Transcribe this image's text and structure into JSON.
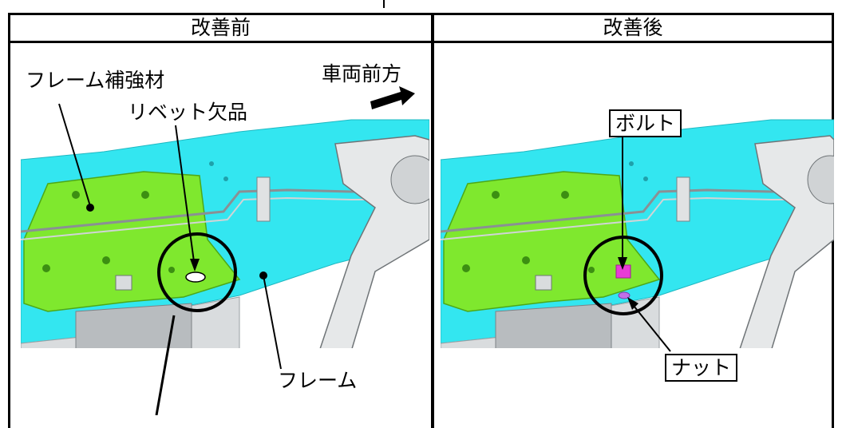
{
  "headers": {
    "before": "改善前",
    "after": "改善後"
  },
  "labels": {
    "frame_reinforcement": "フレーム補強材",
    "vehicle_front": "車両前方",
    "rivet_missing": "リベット欠品",
    "frame": "フレーム",
    "bolt": "ボルト",
    "nut": "ナット"
  },
  "colors": {
    "frame": "#33e6f0",
    "reinforcement": "#7fe82e",
    "bolt": "#e83cd6",
    "nut": "#c070e8",
    "border": "#000000"
  }
}
